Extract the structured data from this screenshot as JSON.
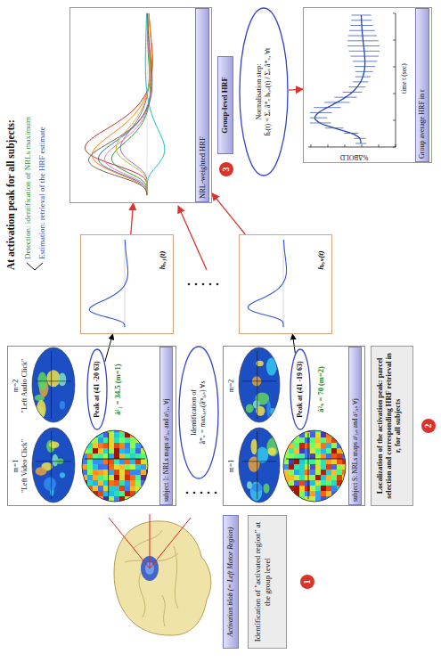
{
  "diagram": {
    "title": "At activation peak for all subjects:",
    "nodes": [
      {
        "text": [
          "Activation blob (= Left Motor Region)"
        ]
      },
      {
        "text": [
          "Identification of \"activated region\" at the group level"
        ]
      },
      {
        "text": [
          "m=1",
          "\"Left Video Click\"",
          "m=2",
          "\"Left Audio Click\"",
          "â¹₁ = 34.5 (m=1)",
          "subject 1: NRLs maps a¹ⱼ,₁ and a²ⱼ,₁ ∀j"
        ]
      },
      {
        "text": [
          "Peak at (41 -20 63)"
        ],
        "in": 2
      },
      {
        "text": [
          "Identification of",
          "â*ₛ = maxⱼ,ₘ(âᵐⱼ,ₛ) ∀s"
        ]
      },
      {
        "text": [
          "m=1",
          "m=2",
          "â²ₛ = 70 (m=2)",
          "subject S: NRLs maps a¹ⱼ,ₛ and a²ⱼ,ₛ ∀j"
        ]
      },
      {
        "text": [
          "Peak at (41 -19 63)"
        ],
        "in": 5
      },
      {
        "text": [
          "Localization of the activation peak: parcel selection and corresponding HRF retrieval in r, for all subjects"
        ]
      },
      {
        "text": [
          "hᵣ,₁(t)"
        ]
      },
      {
        "text": [
          "hᵣ,ₛ(t)"
        ]
      },
      {
        "text": [
          "NRL-weighted HRF"
        ]
      },
      {
        "text": [
          "Group-level HRF"
        ]
      },
      {
        "text": [
          "Normalisation step:",
          "h̄ᵣ(t) = Σₛ â*ₛ hᵣ,ₛ(t) / Σₛ â*ₛ, ∀t"
        ]
      },
      {
        "text": [
          "%ΔBOLD",
          "time t (sec)",
          "Group average HRF in r"
        ]
      }
    ],
    "edges": [
      {
        "from": 3,
        "to": 8,
        "arrow": "to"
      },
      {
        "from": 6,
        "to": 9,
        "arrow": "to"
      },
      {
        "from": 8,
        "to": 10,
        "arrow": "to"
      },
      {
        "from": 9,
        "to": 10,
        "arrow": "to"
      },
      {
        "from": 12,
        "to": 13,
        "arrow": "to"
      }
    ],
    "labels": [
      "Detection: identification of NRLs maximum",
      "Estimation: retrieval of the HRF estimate",
      "1",
      "2",
      "3"
    ]
  }
}
